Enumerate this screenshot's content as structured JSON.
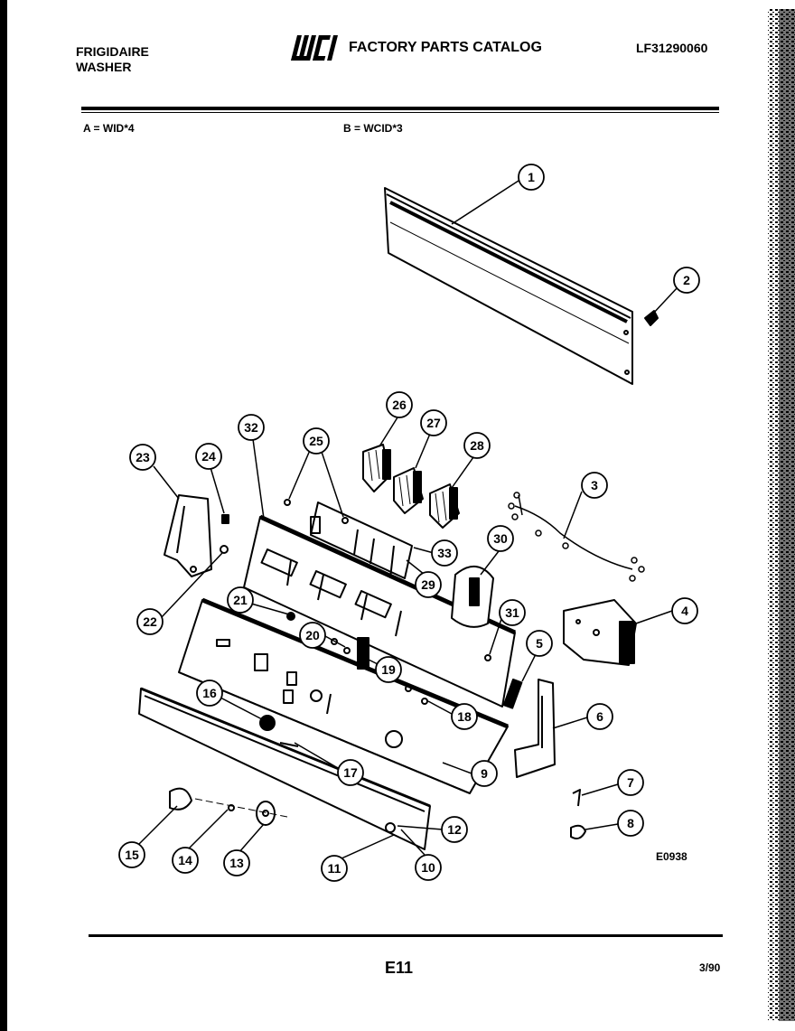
{
  "header": {
    "brand_line1": "FRIGIDAIRE",
    "brand_line2": "WASHER",
    "logo_text": "WCI",
    "catalog_title": "FACTORY PARTS CATALOG",
    "part_number": "LF31290060"
  },
  "models": {
    "a": "A = WID*4",
    "b": "B = WCID*3"
  },
  "callouts": [
    "1",
    "2",
    "3",
    "4",
    "5",
    "6",
    "7",
    "8",
    "9",
    "10",
    "11",
    "12",
    "13",
    "14",
    "15",
    "16",
    "17",
    "18",
    "19",
    "20",
    "21",
    "22",
    "23",
    "24",
    "25",
    "26",
    "27",
    "28",
    "29",
    "30",
    "31",
    "32",
    "33"
  ],
  "figure_code": "E0938",
  "footer": {
    "page": "E11",
    "date": "3/90"
  }
}
